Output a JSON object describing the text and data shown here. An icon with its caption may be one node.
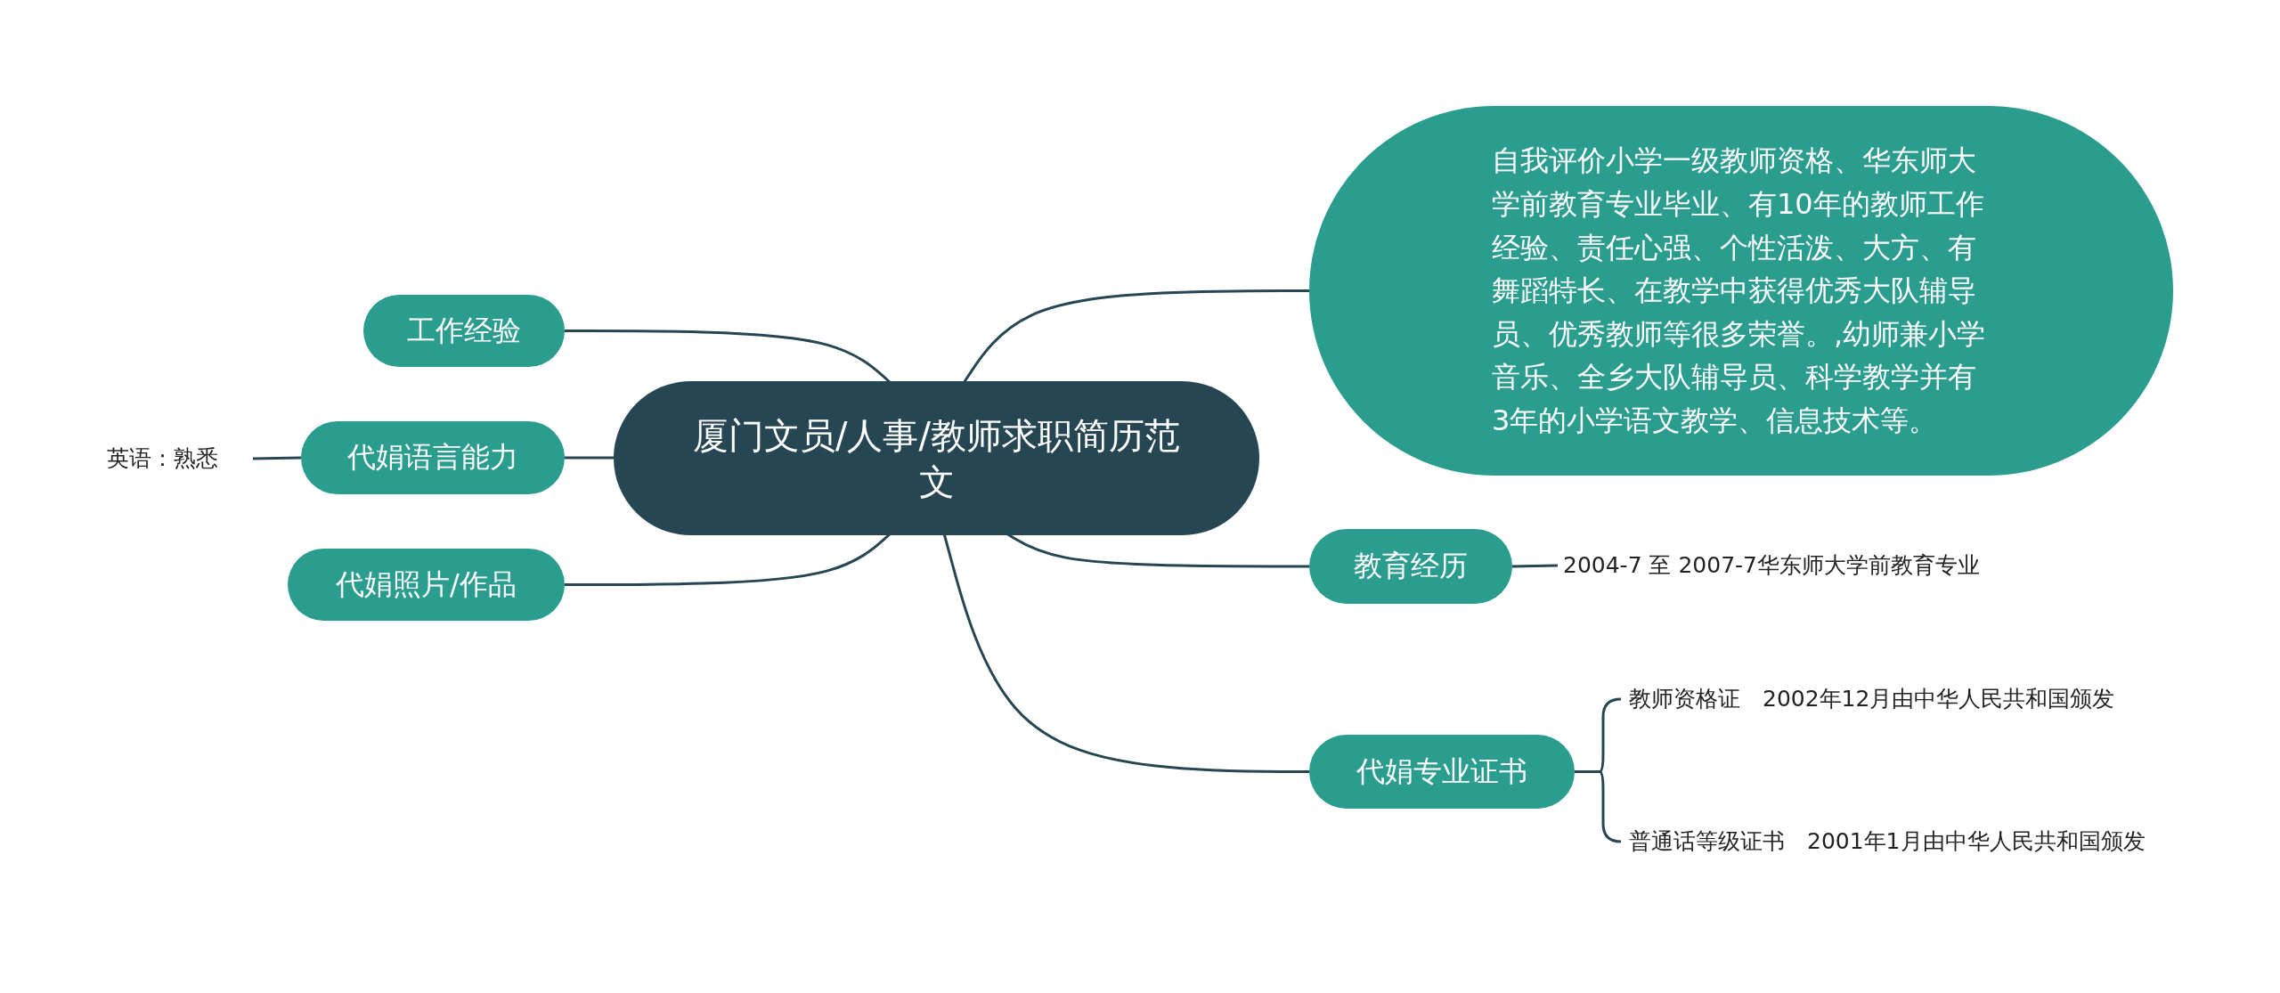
{
  "diagram": {
    "nodes": [
      {
        "text": [
          "厦门文员/人事/教师求职简历范文"
        ]
      },
      {
        "text": [
          "工作经验"
        ]
      },
      {
        "text": [
          "代娟语言能力"
        ]
      },
      {
        "text": [
          "英语：熟悉"
        ]
      },
      {
        "text": [
          "代娟照片/作品"
        ]
      },
      {
        "text": [
          "自我评价小学一级教师资格、华东师大学前教育专业毕业、有10年的教师工作经验、责任心强、个性活泼、大方、有舞蹈特长、在教学中获得优秀大队辅导员、优秀教师等很多荣誉。,幼师兼小学音乐、全乡大队辅导员、科学教学并有3年的小学语文教学、信息技术等。"
        ]
      },
      {
        "text": [
          "教育经历"
        ]
      },
      {
        "text": [
          "2004-7 至 2007-7华东师大学前教育专业"
        ]
      },
      {
        "text": [
          "代娟专业证书"
        ]
      },
      {
        "text": [
          "教师资格证　2002年12月由中华人民共和国颁发"
        ]
      },
      {
        "text": [
          "普通话等级证书　2001年1月由中华人民共和国颁发"
        ]
      }
    ],
    "edges": [
      {
        "from": 0,
        "to": 1,
        "arrow": "none"
      },
      {
        "from": 0,
        "to": 2,
        "arrow": "none"
      },
      {
        "from": 2,
        "to": 3,
        "arrow": "none"
      },
      {
        "from": 0,
        "to": 4,
        "arrow": "none"
      },
      {
        "from": 0,
        "to": 5,
        "arrow": "none"
      },
      {
        "from": 0,
        "to": 6,
        "arrow": "none"
      },
      {
        "from": 6,
        "to": 7,
        "arrow": "none"
      },
      {
        "from": 0,
        "to": 8,
        "arrow": "none"
      },
      {
        "from": 8,
        "to": 9,
        "arrow": "none"
      },
      {
        "from": 8,
        "to": 10,
        "arrow": "none"
      }
    ]
  }
}
